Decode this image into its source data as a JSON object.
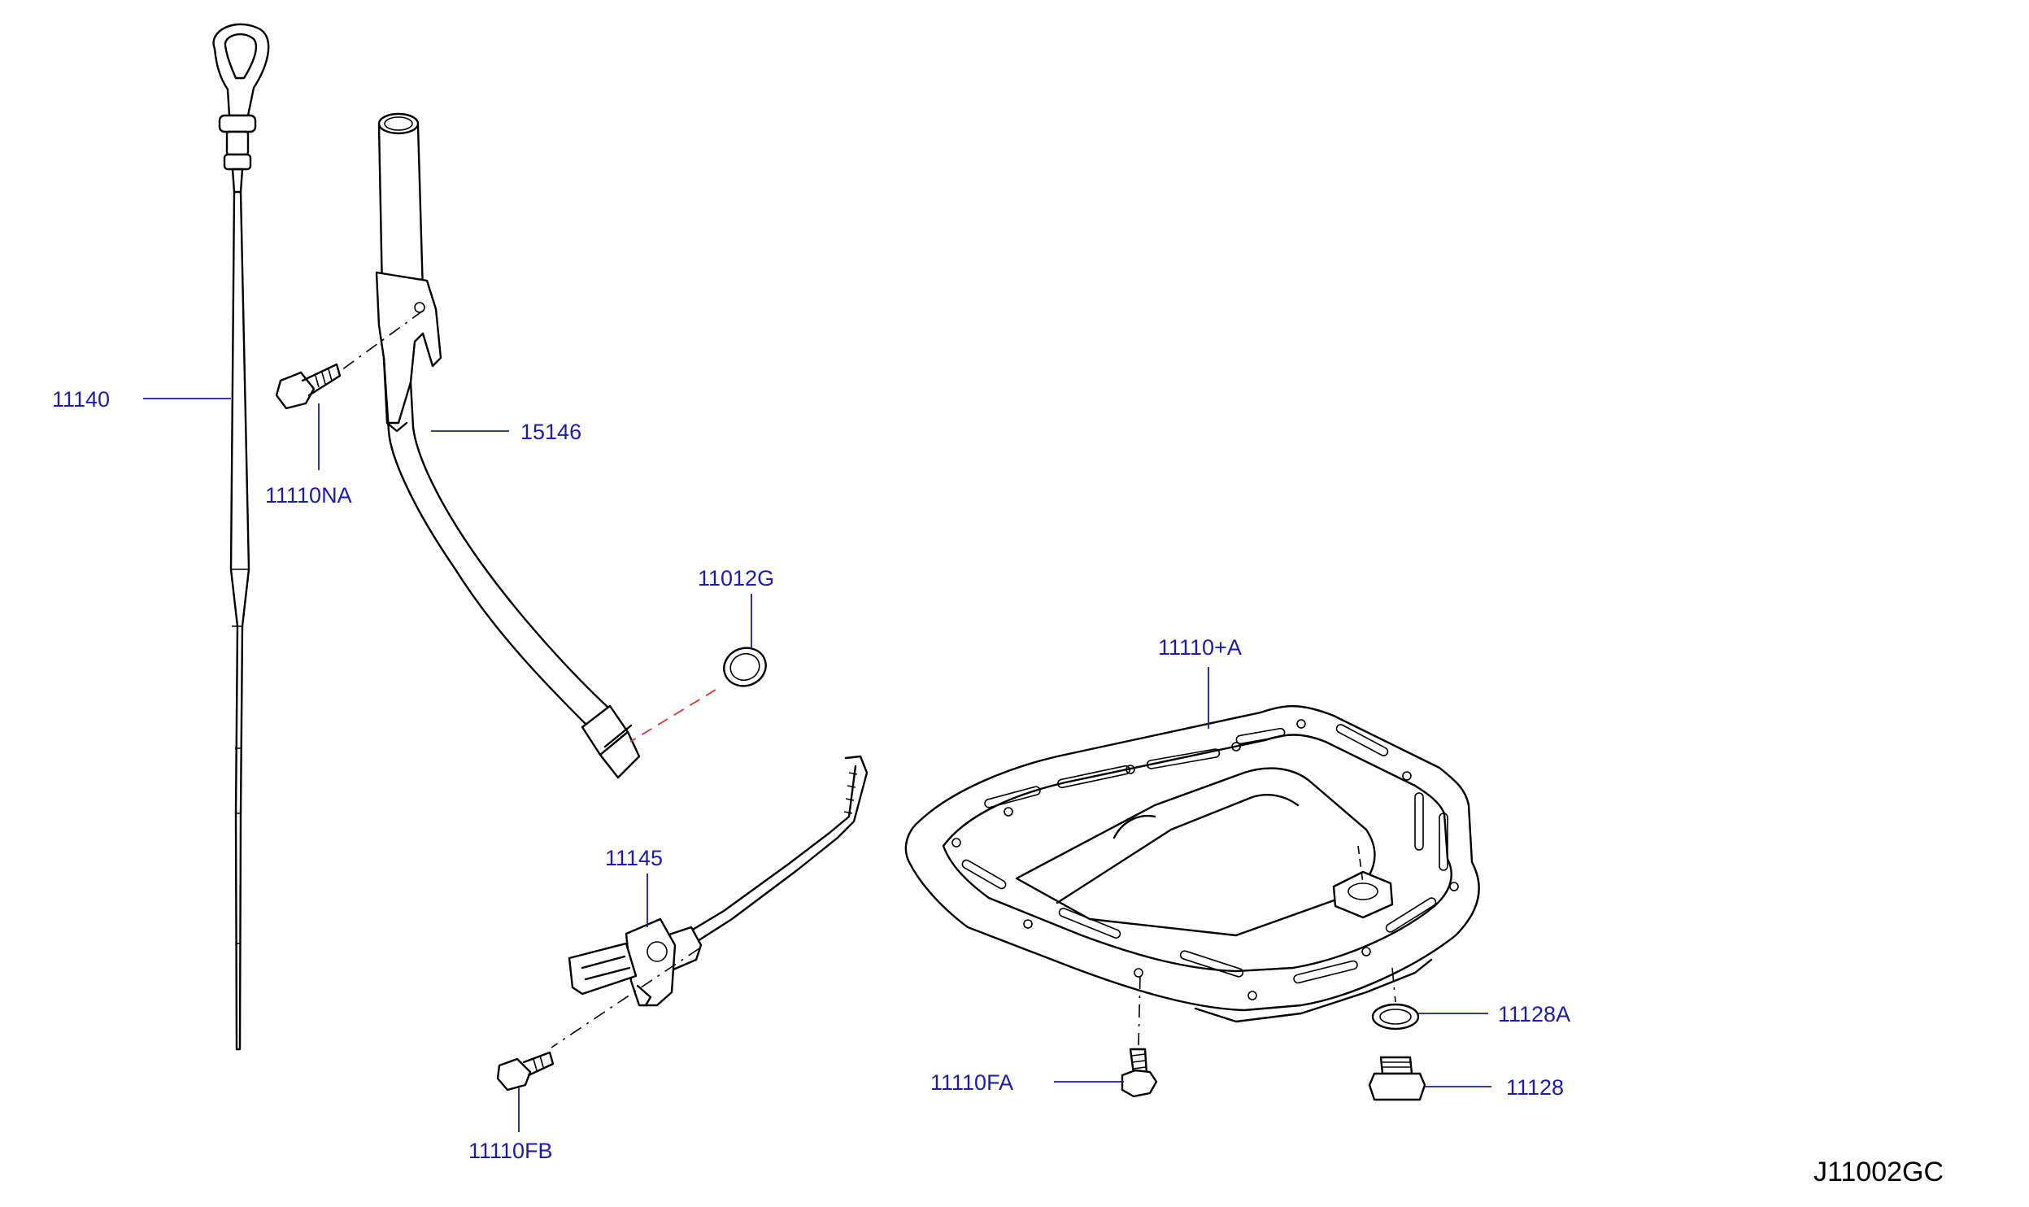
{
  "colors": {
    "callout": "#1a1ab4",
    "leader": "#1a1ab4",
    "seal_dash": "#e03030",
    "line": "#000000",
    "background": "#ffffff"
  },
  "callouts": {
    "dipstick": "11140",
    "guide_bolt": "11110NA",
    "guide_tube": "15146",
    "seal": "11012G",
    "oil_pan": "11110+A",
    "level_gauge": "11145",
    "gauge_bolt": "11110FB",
    "pan_bolt": "11110FA",
    "drain_washer": "11128A",
    "drain_plug": "11128"
  },
  "reference_code": "J11002GC"
}
